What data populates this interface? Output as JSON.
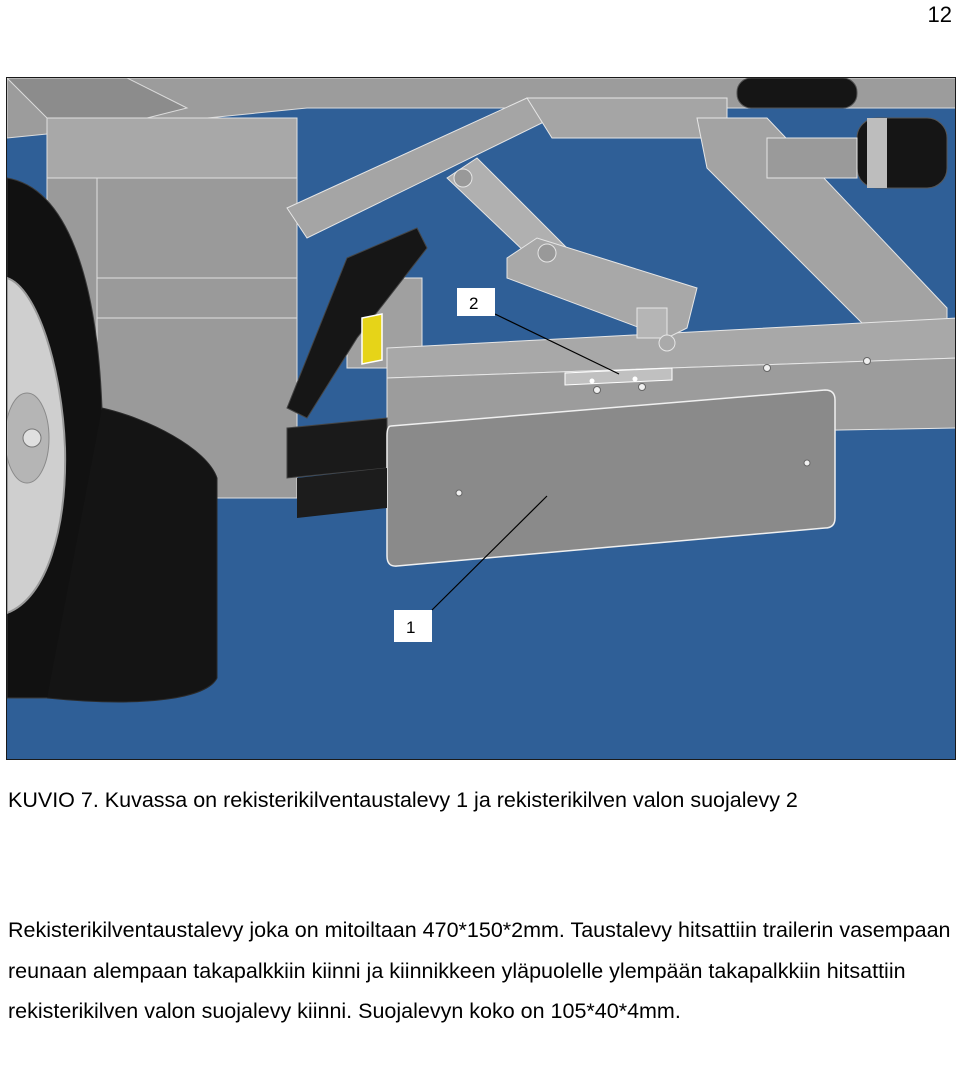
{
  "page": {
    "number": "12"
  },
  "figure": {
    "colors": {
      "background": "#2f5f97",
      "frame": "#9c9c9c",
      "frame_dark": "#7d7d7d",
      "plate": "#8a8a8a",
      "tire": "#111111",
      "rim": "#c8c8c8",
      "light_shield": "#e6d418"
    },
    "callouts": [
      {
        "label": "1",
        "part": "license plate backing plate"
      },
      {
        "label": "2",
        "part": "license plate light guard"
      }
    ]
  },
  "caption": {
    "text": "KUVIO 7. Kuvassa on rekisterikilventaustalevy 1 ja rekisterikilven valon suojalevy 2"
  },
  "body": {
    "text": "Rekisterikilventaustalevy joka on mitoiltaan 470*150*2mm. Taustalevy hitsattiin trailerin vasempaan reunaan alempaan takapalkkiin kiinni ja kiinnikkeen yläpuolelle ylempään takapalkkiin hitsattiin rekisterikilven valon suojalevy kiinni. Suojalevyn koko on 105*40*4mm."
  }
}
